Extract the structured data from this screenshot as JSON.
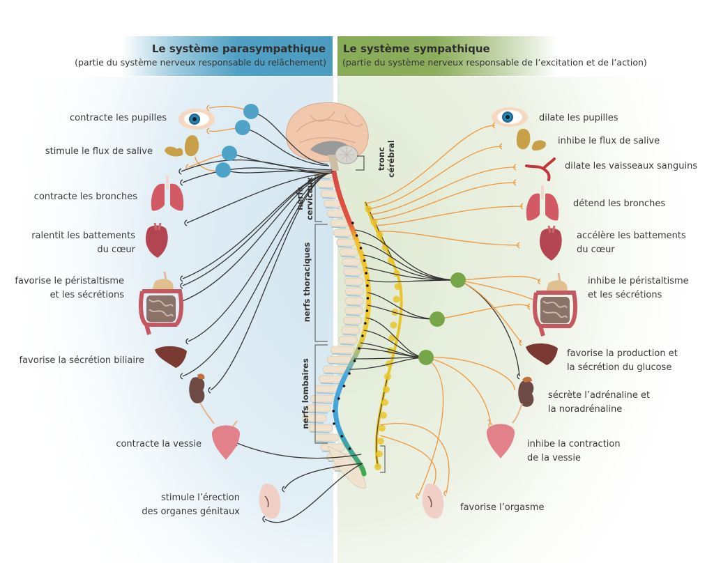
{
  "header": {
    "parasympathetic": {
      "title": "Le système parasympathique",
      "subtitle": "(partie du système nerveux responsable du relâchement)",
      "color": "#4fa0c4"
    },
    "sympathetic": {
      "title": "Le système sympathique",
      "subtitle": "(partie du système nerveux responsable de l’excitation et de l’action)",
      "color": "#8cae5c"
    }
  },
  "spine_labels": {
    "brainstem": [
      "tronc",
      "cérébral"
    ],
    "cervical": [
      "nerfs",
      "cervicaux"
    ],
    "thoracic": "nerfs thoraciques",
    "lumbar": "nerfs lombaires"
  },
  "parasympathetic_effects": [
    {
      "organ": "eye",
      "lines": [
        "contracte les pupilles"
      ]
    },
    {
      "organ": "salivary-glands",
      "lines": [
        "stimule le flux de salive"
      ]
    },
    {
      "organ": "lungs",
      "lines": [
        "contracte les bronches"
      ]
    },
    {
      "organ": "heart",
      "lines": [
        "ralentit les battements",
        "du cœur"
      ]
    },
    {
      "organ": "digestive-tract",
      "lines": [
        "favorise le péristaltisme",
        "et les sécrétions"
      ]
    },
    {
      "organ": "liver",
      "lines": [
        "favorise la sécrétion biliaire"
      ]
    },
    {
      "organ": "bladder",
      "lines": [
        "contracte la vessie"
      ]
    },
    {
      "organ": "genitals",
      "lines": [
        "stimule l’érection",
        "des organes génitaux"
      ]
    }
  ],
  "sympathetic_effects": [
    {
      "organ": "eye",
      "lines": [
        "dilate les pupilles"
      ]
    },
    {
      "organ": "salivary-glands",
      "lines": [
        "inhibe le flux de salive"
      ]
    },
    {
      "organ": "blood-vessel",
      "lines": [
        "dilate les vaisseaux sanguins"
      ]
    },
    {
      "organ": "lungs",
      "lines": [
        "détend les bronches"
      ]
    },
    {
      "organ": "heart",
      "lines": [
        "accélère les battements",
        "du cœur"
      ]
    },
    {
      "organ": "digestive-tract",
      "lines": [
        "inhibe le péristaltisme",
        "et les sécrétions"
      ]
    },
    {
      "organ": "liver",
      "lines": [
        "favorise la production et",
        "la sécrétion du glucose"
      ]
    },
    {
      "organ": "adrenal-kidney",
      "lines": [
        "sécrète l’adrénaline et",
        "la noradrénaline"
      ]
    },
    {
      "organ": "bladder",
      "lines": [
        "inhibe la contraction",
        "de la vessie"
      ]
    },
    {
      "organ": "genitals",
      "lines": [
        "favorise l’orgasme"
      ]
    }
  ],
  "colors": {
    "preganglionic_nerve": "#333333",
    "postganglionic_nerve": "#f0963a",
    "parasympathetic_ganglion": "#4fa3c7",
    "sympathetic_ganglion": "#77a64a",
    "sympathetic_chain": "#e8c62a",
    "left_background": "#dcebf3",
    "right_background": "#e6eedb"
  }
}
